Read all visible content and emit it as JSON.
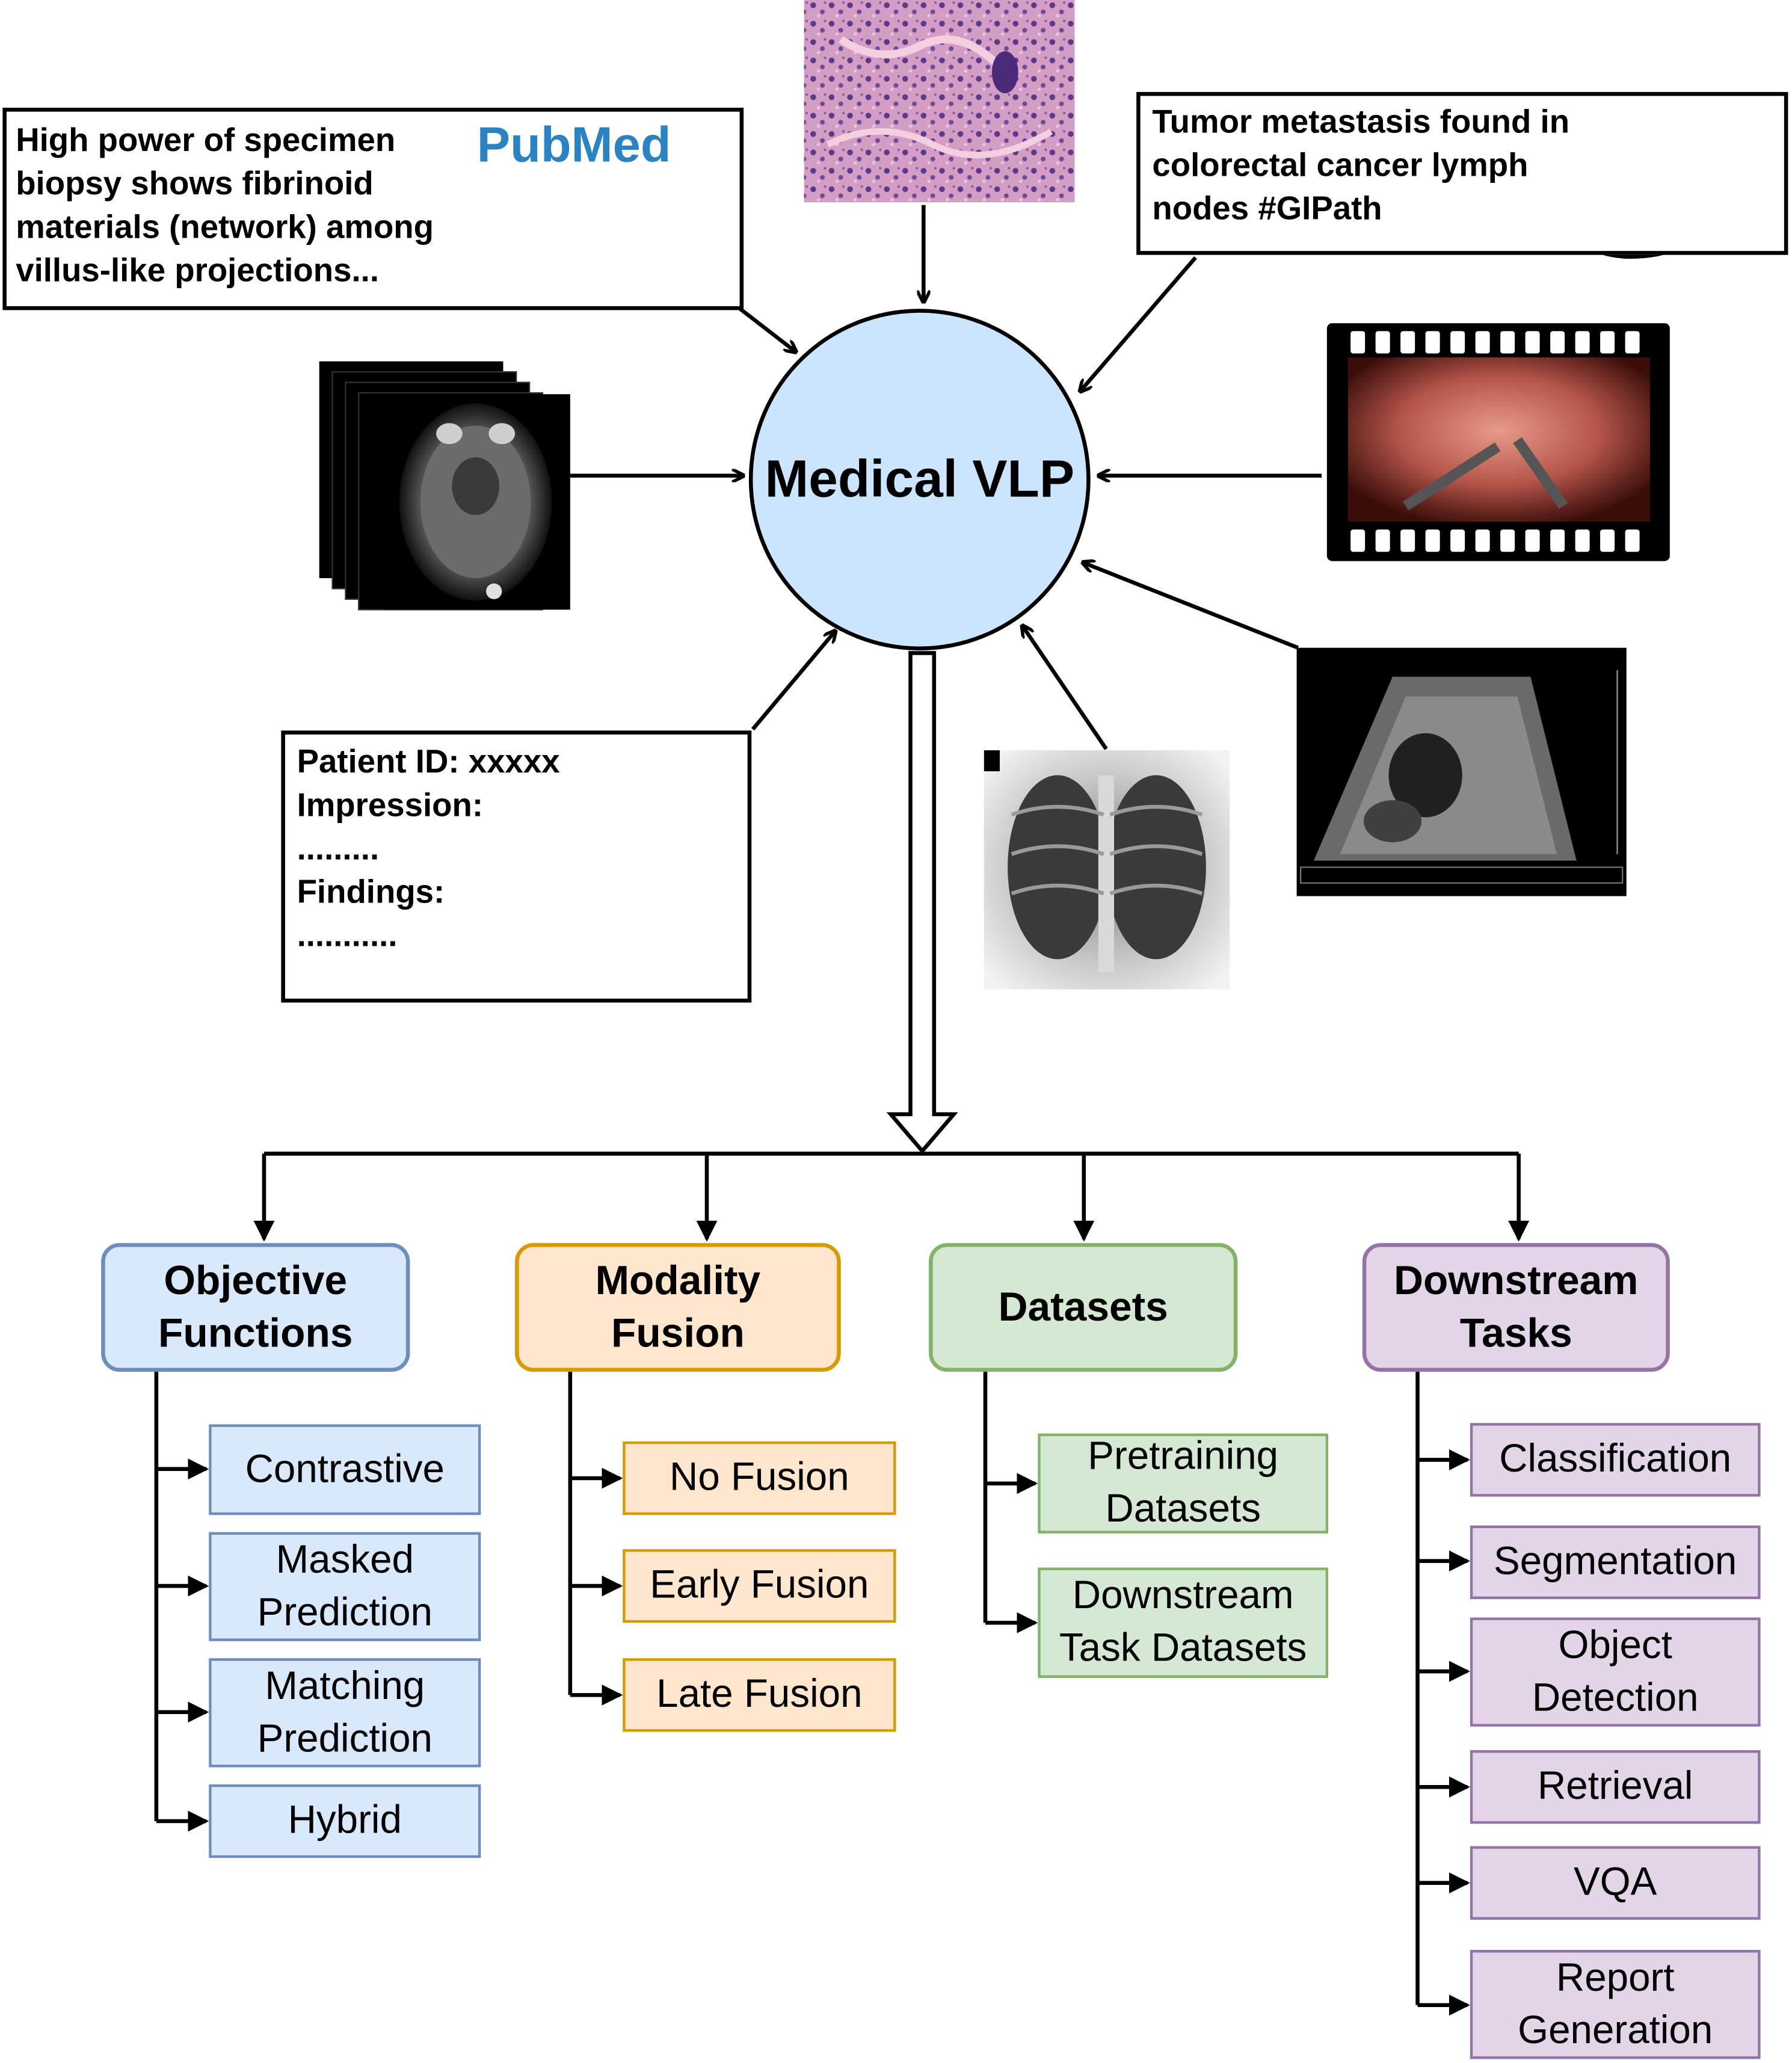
{
  "center": {
    "label": "Medical VLP"
  },
  "sources": {
    "pubmed_text": "High power of specimen\nbiopsy shows fibrinoid\nmaterials (network) among\nvillus-like projections...",
    "pubmed_logo": "PubMed",
    "tweet_text": "Tumor metastasis found in\ncolorectal cancer lymph\nnodes #GIPath",
    "report_text": "Patient ID: xxxxx\nImpression:\n.........\nFindings:\n..........."
  },
  "categories": [
    {
      "label": "Objective\nFunctions",
      "items": [
        "Contrastive",
        "Masked\nPrediction",
        "Matching\nPrediction",
        "Hybrid"
      ]
    },
    {
      "label": "Modality\nFusion",
      "items": [
        "No Fusion",
        "Early Fusion",
        "Late Fusion"
      ]
    },
    {
      "label": "Datasets",
      "items": [
        "Pretraining\nDatasets",
        "Downstream\nTask Datasets"
      ]
    },
    {
      "label": "Downstream\nTasks",
      "items": [
        "Classification",
        "Segmentation",
        "Object\nDetection",
        "Retrieval",
        "VQA",
        "Report\nGeneration"
      ]
    }
  ],
  "colors": {
    "blue_fill": "#dae8fc",
    "orange_fill": "#ffe6cc",
    "green_fill": "#d5e8d4",
    "purple_fill": "#e1d5e7",
    "center_fill": "#cce5ff"
  },
  "icons": [
    "twitter-bird-icon",
    "doctor-icon"
  ]
}
